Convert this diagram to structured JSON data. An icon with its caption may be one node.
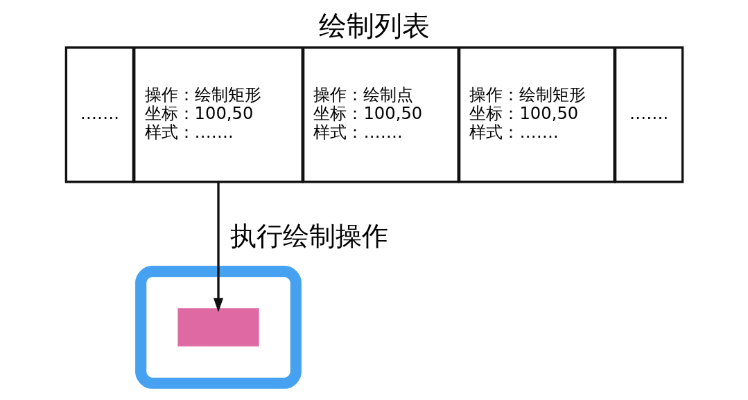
{
  "diagram": {
    "title": "绘制列表",
    "nodes": [
      {
        "text": [
          "……."
        ]
      },
      {
        "text": [
          "操作：绘制矩形",
          "坐标：100,50",
          "样式：……."
        ]
      },
      {
        "text": [
          "操作：绘制点",
          "坐标：100,50",
          "样式：……."
        ]
      },
      {
        "text": [
          "操作：绘制矩形",
          "坐标：100,50",
          "样式：……."
        ]
      },
      {
        "text": [
          "……."
        ]
      },
      {
        "text": [],
        "shape": "picture"
      },
      {
        "text": [],
        "shape": "box",
        "in": 5
      }
    ],
    "edges": [
      {
        "from": 1,
        "to": 6,
        "arrow": "to",
        "label": "执行绘制操作"
      }
    ]
  }
}
